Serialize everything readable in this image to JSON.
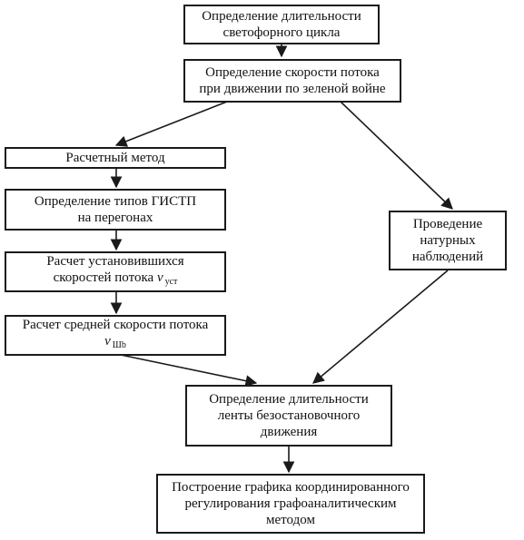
{
  "boxes": {
    "cycle": {
      "lines": [
        "Определение длительности",
        "светофорного цикла"
      ]
    },
    "flow_speed": {
      "lines": [
        "Определение скорости потока",
        "при движении по зеленой войне"
      ]
    },
    "calc_method": {
      "lines": [
        "Расчетный метод"
      ]
    },
    "types": {
      "lines": [
        "Определение типов ГИСТП",
        "на перегонах"
      ]
    },
    "steady": {
      "lines": [
        "Расчет установившихся",
        "скоростей потока "
      ],
      "var": "v",
      "var_sub": "уст"
    },
    "avg": {
      "lines": [
        "Расчет средней скорости потока"
      ],
      "var": "v",
      "var_sub": "Шb"
    },
    "observ": {
      "lines": [
        "Проведение",
        "натурных",
        "наблюдений"
      ]
    },
    "band": {
      "lines": [
        "Определение длительности",
        "ленты безостановочного",
        "движения"
      ]
    },
    "graph": {
      "lines": [
        "Построение графика координированного",
        "регулирования графоаналитическим",
        "методом"
      ]
    }
  }
}
